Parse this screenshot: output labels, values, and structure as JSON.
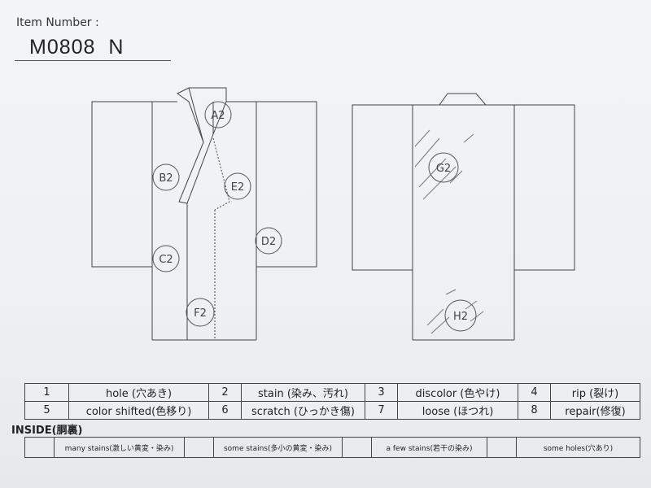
{
  "header": {
    "item_number_label": "Item Number :",
    "item_number_value": "M0808  N"
  },
  "front_markers": [
    "A2",
    "B2",
    "C2",
    "D2",
    "E2",
    "F2"
  ],
  "back_markers": [
    "G2",
    "H2"
  ],
  "legend": [
    [
      {
        "num": "1",
        "label": "hole (穴あき)"
      },
      {
        "num": "2",
        "label": "stain (染み、汚れ)"
      },
      {
        "num": "3",
        "label": "discolor (色やけ)"
      },
      {
        "num": "4",
        "label": "rip (裂け)"
      }
    ],
    [
      {
        "num": "5",
        "label": "color shifted(色移り)"
      },
      {
        "num": "6",
        "label": "scratch (ひっかき傷)"
      },
      {
        "num": "7",
        "label": "loose (ほつれ)"
      },
      {
        "num": "8",
        "label": "repair(修復)"
      }
    ]
  ],
  "inside": {
    "title": "INSIDE(胴裏)",
    "items": [
      "many stains(激しい黄変・染み)",
      "some stains(多小の黄変・染み)",
      "a few stains(若干の染み)",
      "some holes(穴あり)"
    ]
  }
}
